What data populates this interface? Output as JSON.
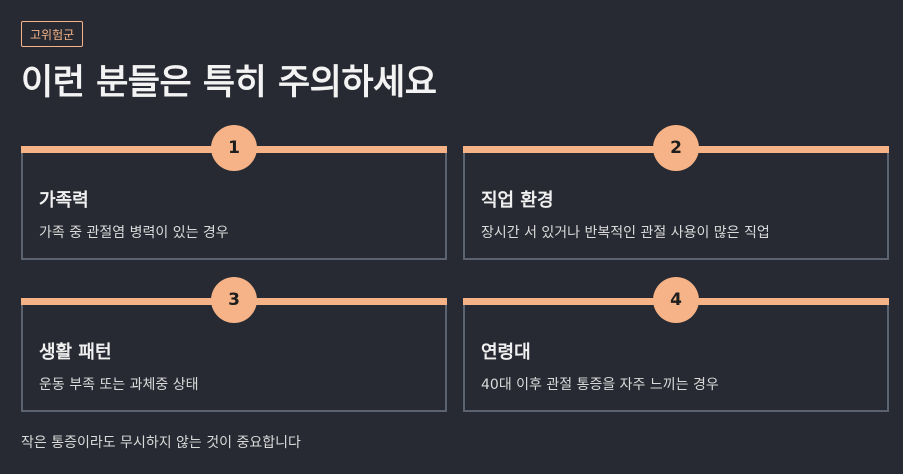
{
  "badge": "고위험군",
  "title": "이런 분들은 특히 주의하세요",
  "cards": [
    {
      "number": "1",
      "heading": "가족력",
      "description": "가족 중 관절염 병력이 있는 경우"
    },
    {
      "number": "2",
      "heading": "직업 환경",
      "description": "장시간 서 있거나 반복적인 관절 사용이 많은 직업"
    },
    {
      "number": "3",
      "heading": "생활 패턴",
      "description": "운동 부족 또는 과체중 상태"
    },
    {
      "number": "4",
      "heading": "연령대",
      "description": "40대 이후 관절 통증을 자주 느끼는 경우"
    }
  ],
  "footer": "작은 통증이라도 무시하지 않는 것이 중요합니다",
  "colors": {
    "accent": "#f6b387",
    "background": "#272a32",
    "border": "#5c6370"
  }
}
